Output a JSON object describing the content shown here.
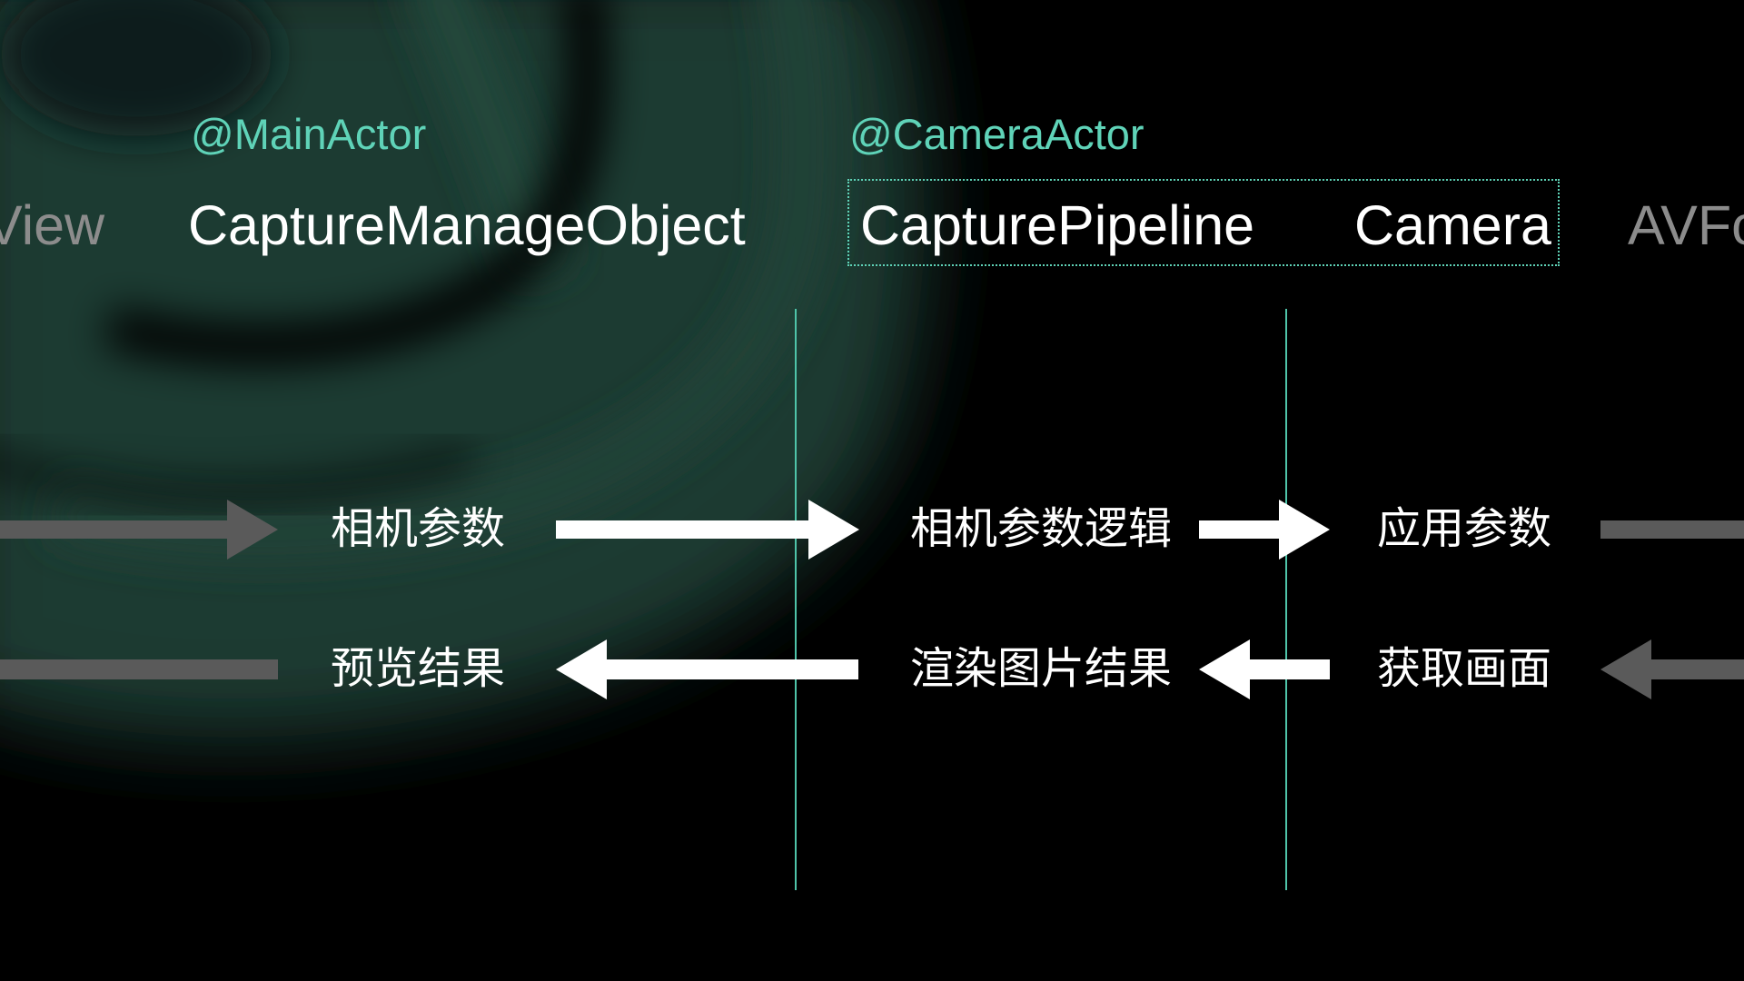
{
  "colors": {
    "background": "#000000",
    "accent": "#5fd3b8",
    "primary_text": "#ffffff",
    "dim_text": "#8c8c8c",
    "dim_arrow": "#5a5a5a"
  },
  "actors": {
    "main_actor": "@MainActor",
    "camera_actor": "@CameraActor"
  },
  "components": {
    "view": "View",
    "capture_manage_object": "CaptureManageObject",
    "capture_pipeline": "CapturePipeline",
    "camera": "Camera",
    "avfoundation": "AVFo"
  },
  "steps": {
    "camera_params": "相机参数",
    "camera_param_logic": "相机参数逻辑",
    "apply_params": "应用参数",
    "preview_result": "预览结果",
    "render_image_result": "渲染图片结果",
    "get_frame": "获取画面"
  }
}
